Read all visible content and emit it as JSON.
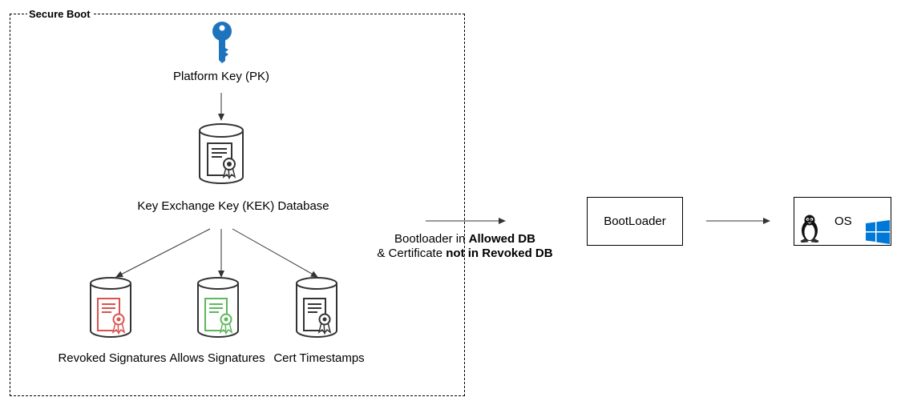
{
  "group": {
    "title": "Secure Boot"
  },
  "platform_key": {
    "label": "Platform Key (PK)",
    "icon": "key-icon",
    "color": "#1e73be"
  },
  "kek": {
    "label": "Key Exchange Key (KEK) Database",
    "icon": "certificate-database-icon"
  },
  "databases": [
    {
      "label": "Revoked Signatures",
      "icon": "certificate-database-icon",
      "color": "#d9534f"
    },
    {
      "label": "Allows Signatures",
      "icon": "certificate-database-icon",
      "color": "#5cb85c"
    },
    {
      "label": "Cert Timestamps",
      "icon": "certificate-database-icon",
      "color": "#333333"
    }
  ],
  "condition": {
    "line1_prefix": "Bootloader in ",
    "line1_bold": "Allowed DB",
    "line2_prefix": "& Certificate ",
    "line2_bold": "not in Revoked DB"
  },
  "bootloader": {
    "label": "BootLoader"
  },
  "os": {
    "label": "OS",
    "icons": [
      "linux-tux-icon",
      "windows-logo-icon"
    ],
    "windows_color": "#0078d7"
  }
}
